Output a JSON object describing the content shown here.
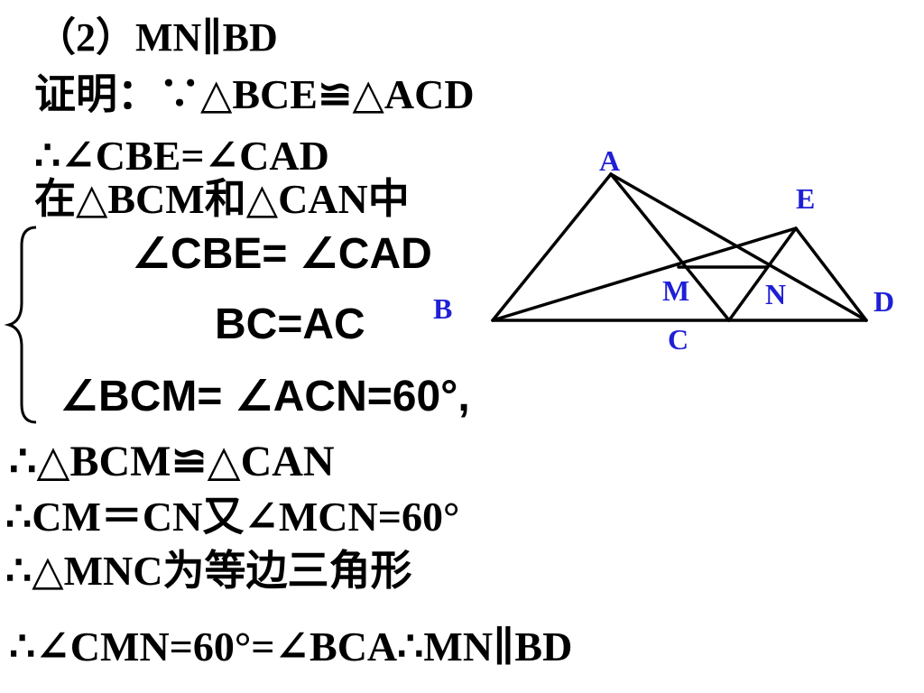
{
  "proof": {
    "heading": "（2）MN∥BD",
    "line1": "证明：∵△BCE≌△ACD",
    "line2": "∴∠CBE=∠CAD",
    "line3": "在△BCM和△CAN中",
    "system": {
      "row1": "∠CBE= ∠CAD",
      "row2": "BC=AC",
      "row3": "∠BCM= ∠ACN=60°,"
    },
    "line4": "∴△BCM≌△CAN",
    "line5": "∴CM＝CN又∠MCN=60°",
    "line6": "∴△MNC为等边三角形",
    "line7": "∴∠CMN=60°=∠BCA∴MN∥BD"
  },
  "figure": {
    "labels": {
      "A": "A",
      "E": "E",
      "B": "B",
      "M": "M",
      "N": "N",
      "D": "D",
      "C": "C"
    },
    "label_color": "#1f1fd6",
    "line_color": "#000000"
  }
}
